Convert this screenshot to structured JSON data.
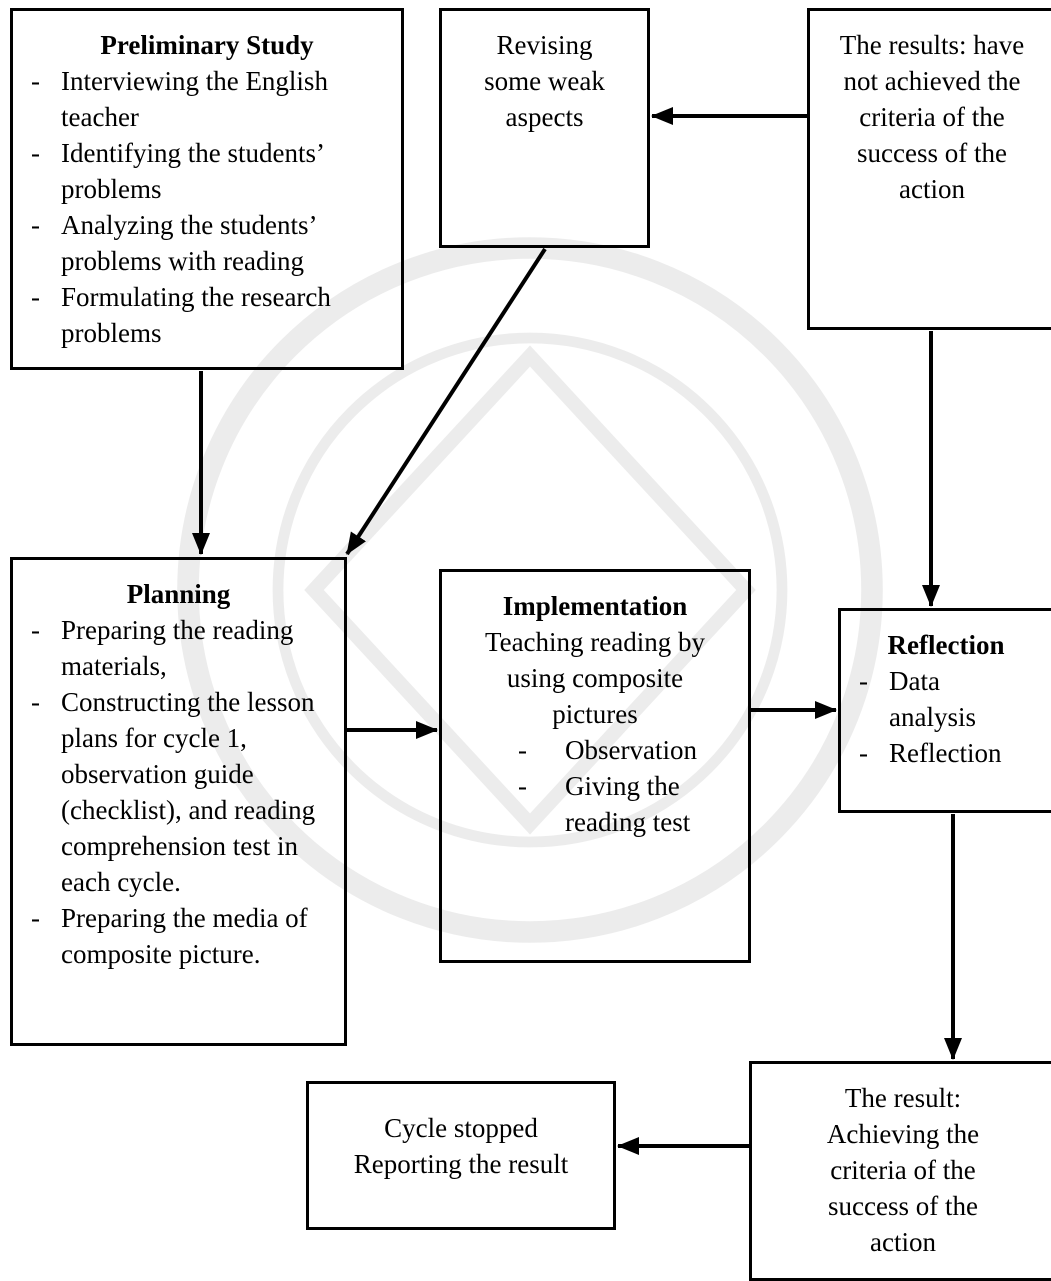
{
  "preliminary": {
    "title": "Preliminary Study",
    "items": [
      "Interviewing the English teacher",
      "Identifying the students’ problems",
      "Analyzing the students’ problems with reading",
      "Formulating the research problems"
    ]
  },
  "revising": {
    "text": "Revising some weak aspects"
  },
  "results_not": {
    "text": "The results: have not achieved the criteria of the success of the action"
  },
  "planning": {
    "title": "Planning",
    "items": [
      "Preparing the reading  materials,",
      "Constructing the lesson plans for cycle 1, observation guide (checklist), and reading comprehension test in each cycle.",
      "Preparing the media of composite picture."
    ]
  },
  "implementation": {
    "title": "Implementation",
    "text": "Teaching reading by using composite pictures",
    "items": [
      "Observation",
      "Giving the reading test"
    ]
  },
  "reflection": {
    "title": "Reflection",
    "items": [
      "Data analysis",
      "Reflection"
    ]
  },
  "result_achieved": {
    "text": "The result: Achieving the criteria of the success of the action"
  },
  "cycle_stopped": {
    "line1": "Cycle stopped",
    "line2": "Reporting the result"
  }
}
